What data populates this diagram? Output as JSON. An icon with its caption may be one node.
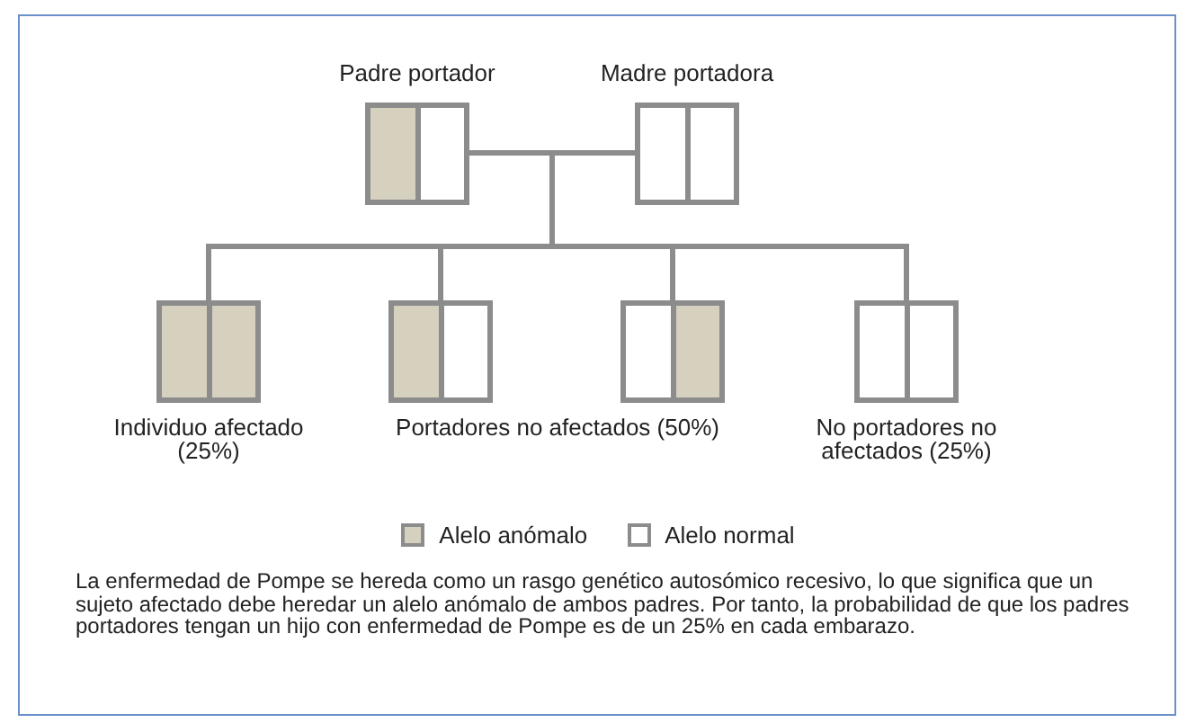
{
  "diagram": {
    "nodes": [
      {
        "text": [
          "Padre portador"
        ]
      },
      {
        "text": [
          "Madre portadora"
        ]
      },
      {
        "text": [],
        "shape": "box",
        "beside": [
          "Individuo afectado (25%)"
        ]
      },
      {
        "text": [],
        "shape": "box"
      },
      {
        "text": [],
        "shape": "box"
      },
      {
        "text": [],
        "shape": "box",
        "beside": [
          "No portadores no afectados (25%)"
        ]
      }
    ],
    "edges": [
      {
        "from": 0,
        "to": 1,
        "arrow": "none"
      },
      {
        "from": 0,
        "to": 2,
        "arrow": "none"
      },
      {
        "from": 0,
        "to": 3,
        "arrow": "none"
      },
      {
        "from": 0,
        "to": 4,
        "arrow": "none"
      },
      {
        "from": 0,
        "to": 5,
        "arrow": "none"
      },
      {
        "from": 1,
        "to": 2,
        "arrow": "none"
      },
      {
        "from": 1,
        "to": 3,
        "arrow": "none"
      },
      {
        "from": 1,
        "to": 4,
        "arrow": "none"
      },
      {
        "from": 1,
        "to": 5,
        "arrow": "none"
      }
    ],
    "labels": [
      "Portadores no afectados (50%)"
    ],
    "legend": [
      {
        "text": "Alelo anómalo",
        "color": "#d6d0bf"
      },
      {
        "text": "Alelo normal",
        "color": "#ffffff"
      }
    ],
    "caption": "La enfermedad de Pompe se hereda como un rasgo genético autosómico recesivo, lo que significa que un sujeto afectado debe heredar un alelo anómalo de ambos padres. Por tanto, la probabilidad de que los padres portadores tengan un hijo con enfermedad de Pompe es de un 25% en cada embarazo."
  }
}
